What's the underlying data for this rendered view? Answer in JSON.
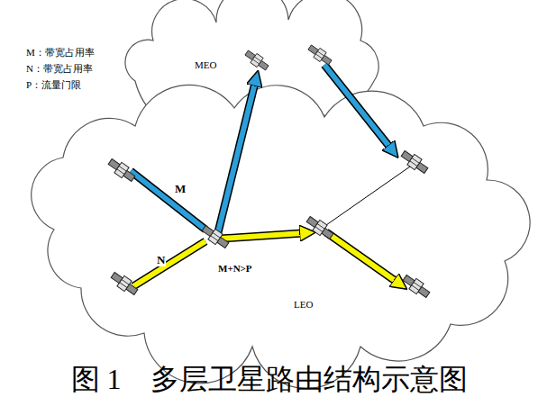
{
  "diagram": {
    "caption": "图 1　多层卫星路由结构示意图",
    "nodes": [
      {
        "text": [
          "MEO"
        ]
      },
      {
        "text": [
          "LEO"
        ]
      }
    ],
    "labels": [
      "M：带宽占用率",
      "N：带宽占用率",
      "P：流量门限",
      "M",
      "N",
      "M+N>P"
    ]
  }
}
